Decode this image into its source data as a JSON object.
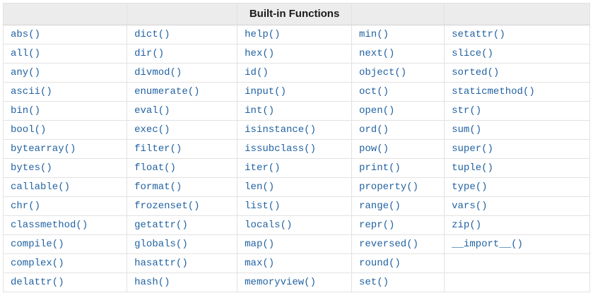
{
  "table": {
    "title": "Built-in Functions",
    "header_cells": [
      "",
      "",
      "Built-in Functions",
      "",
      ""
    ],
    "rows": [
      [
        "abs()",
        "dict()",
        "help()",
        "min()",
        "setattr()"
      ],
      [
        "all()",
        "dir()",
        "hex()",
        "next()",
        "slice()"
      ],
      [
        "any()",
        "divmod()",
        "id()",
        "object()",
        "sorted()"
      ],
      [
        "ascii()",
        "enumerate()",
        "input()",
        "oct()",
        "staticmethod()"
      ],
      [
        "bin()",
        "eval()",
        "int()",
        "open()",
        "str()"
      ],
      [
        "bool()",
        "exec()",
        "isinstance()",
        "ord()",
        "sum()"
      ],
      [
        "bytearray()",
        "filter()",
        "issubclass()",
        "pow()",
        "super()"
      ],
      [
        "bytes()",
        "float()",
        "iter()",
        "print()",
        "tuple()"
      ],
      [
        "callable()",
        "format()",
        "len()",
        "property()",
        "type()"
      ],
      [
        "chr()",
        "frozenset()",
        "list()",
        "range()",
        "vars()"
      ],
      [
        "classmethod()",
        "getattr()",
        "locals()",
        "repr()",
        "zip()"
      ],
      [
        "compile()",
        "globals()",
        "map()",
        "reversed()",
        "__import__()"
      ],
      [
        "complex()",
        "hasattr()",
        "max()",
        "round()",
        ""
      ],
      [
        "delattr()",
        "hash()",
        "memoryview()",
        "set()",
        ""
      ]
    ]
  },
  "colors": {
    "link": "#2262a2",
    "header_bg": "#ececec",
    "border": "#e2e2e2",
    "header_border": "#d2d2d2",
    "header_text": "#1a1a1a"
  }
}
